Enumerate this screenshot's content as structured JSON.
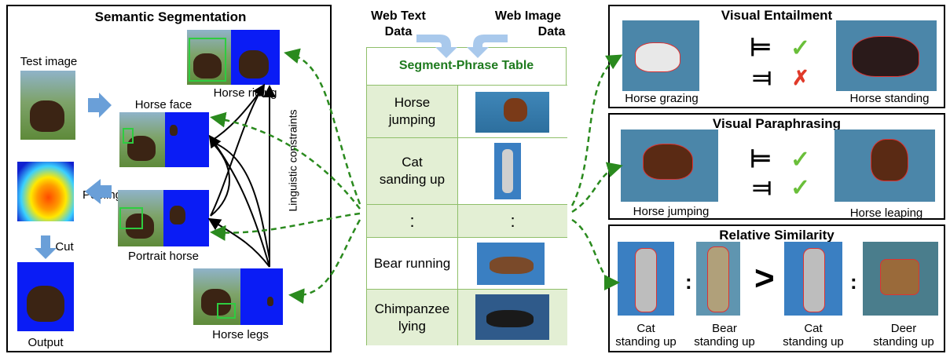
{
  "semantic_segmentation": {
    "title": "Semantic Segmentation",
    "test_image_label": "Test image",
    "horse_riding_label": "Horse riding",
    "horse_face_label": "Horse face",
    "pooling_label": "Pooling",
    "portrait_horse_label": "Portrait horse",
    "cut_label": "Cut",
    "output_label": "Output",
    "horse_legs_label": "Horse legs",
    "linguistic_label": "Linguistic constraints"
  },
  "web_data": {
    "text_label_line1": "Web Text",
    "text_label_line2": "Data",
    "image_label_line1": "Web Image",
    "image_label_line2": "Data"
  },
  "table": {
    "title": "Segment-Phrase Table",
    "rows": [
      {
        "phrase_line1": "Horse",
        "phrase_line2": "jumping"
      },
      {
        "phrase_line1": "Cat",
        "phrase_line2": "sanding up"
      },
      {
        "phrase_line1": ":",
        "phrase_line2": ""
      },
      {
        "phrase_line1": "Bear running",
        "phrase_line2": ""
      },
      {
        "phrase_line1": "Chimpanzee",
        "phrase_line2": "lying"
      }
    ],
    "ellipsis_right": ":"
  },
  "visual_entailment": {
    "title": "Visual Entailment",
    "left_label": "Horse grazing",
    "right_label": "Horse standing",
    "symbol_entails": "⊨",
    "symbol_reverse": "⫤"
  },
  "visual_paraphrasing": {
    "title": "Visual Paraphrasing",
    "left_label": "Horse jumping",
    "right_label": "Horse leaping"
  },
  "relative_similarity": {
    "title": "Relative Similarity",
    "labels": [
      {
        "line1": "Cat",
        "line2": "standing up"
      },
      {
        "line1": "Bear",
        "line2": "standing up"
      },
      {
        "line1": "Cat",
        "line2": "standing up"
      },
      {
        "line1": "Deer",
        "line2": "standing up"
      }
    ],
    "colon": ":",
    "greater": ">"
  },
  "colors": {
    "dashed_arrow": "#2a8a1e",
    "table_header": "#1e7a1e",
    "table_fill": "#e3efd4",
    "check": "#6abf3a",
    "cross": "#e03a2a",
    "block_arrow": "#6a9fd8"
  }
}
